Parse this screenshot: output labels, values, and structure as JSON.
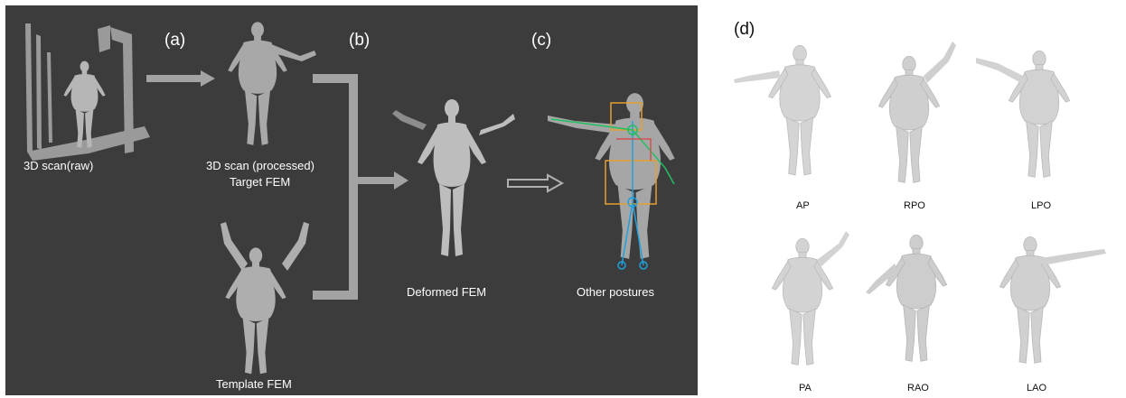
{
  "steps": {
    "a": "(a)",
    "b": "(b)",
    "c": "(c)",
    "d": "(d)"
  },
  "labels": {
    "scan_raw": "3D scan(raw)",
    "scan_processed": "3D scan (processed)",
    "target_fem": "Target FEM",
    "template_fem": "Template FEM",
    "deformed_fem": "Deformed FEM",
    "other_postures": "Other postures"
  },
  "postures": {
    "ap": "AP",
    "rpo": "RPO",
    "lpo": "LPO",
    "pa": "PA",
    "rao": "RAO",
    "lao": "LAO"
  },
  "colors": {
    "dark_bg": "#3c3c3c",
    "body_dark": "#a9a9a9",
    "body_light": "#d6d6d6",
    "arrow": "#a3a3a3"
  }
}
